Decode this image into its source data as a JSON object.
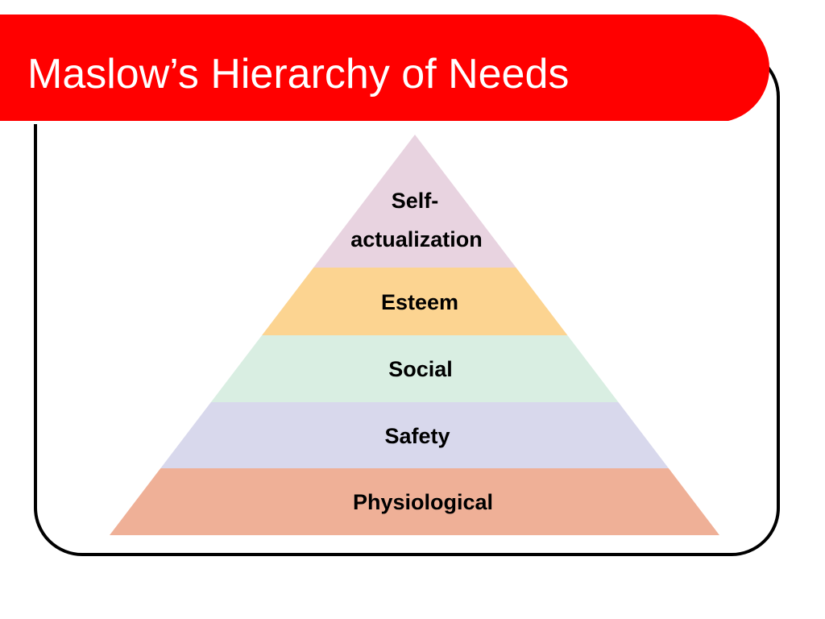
{
  "title": "Maslow’s Hierarchy of Needs",
  "colors": {
    "title_bar": "#ff0000",
    "title_text": "#ffffff",
    "frame_border": "#000000"
  },
  "pyramid": {
    "tiers": [
      {
        "name": "self-actualization",
        "lines": [
          "Self-",
          "actualization"
        ],
        "color": "#e8d3e0"
      },
      {
        "name": "esteem",
        "lines": [
          "Esteem"
        ],
        "color": "#fcd491"
      },
      {
        "name": "social",
        "lines": [
          "Social"
        ],
        "color": "#d9eee2"
      },
      {
        "name": "safety",
        "lines": [
          "Safety"
        ],
        "color": "#d8d8ec"
      },
      {
        "name": "physiological",
        "lines": [
          "Physiological"
        ],
        "color": "#efb097"
      }
    ]
  }
}
